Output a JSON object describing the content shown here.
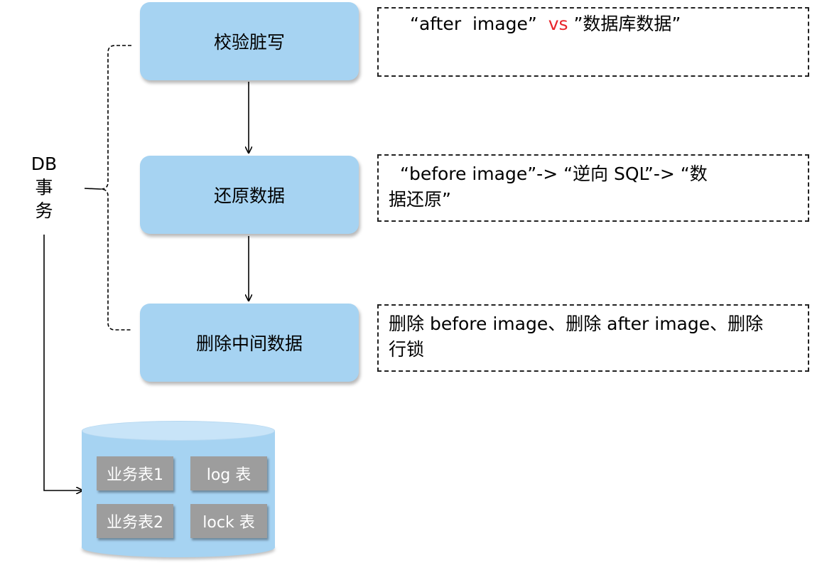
{
  "steps": [
    {
      "label": "校验脏写"
    },
    {
      "label": "还原数据"
    },
    {
      "label": "删除中间数据"
    }
  ],
  "notes": {
    "note1": {
      "before": "“after  image”  ",
      "vs": "vs",
      "after": " ”数据库数据”"
    },
    "note2": {
      "line1": "“before image”-> “逆向 SQL”-> “数",
      "line2": "据还原”"
    },
    "note3": {
      "line1": "删除 before image、删除 after image、删除",
      "line2": "行锁"
    }
  },
  "db_label": [
    "DB",
    "事",
    "务"
  ],
  "tables": {
    "biz1": "业务表1",
    "log": "log 表",
    "biz2": "业务表2",
    "lock": "lock 表"
  },
  "colors": {
    "step_fill": "#a6d3f2",
    "table_fill": "#9d9d9d",
    "vs_text": "#e8242a"
  }
}
